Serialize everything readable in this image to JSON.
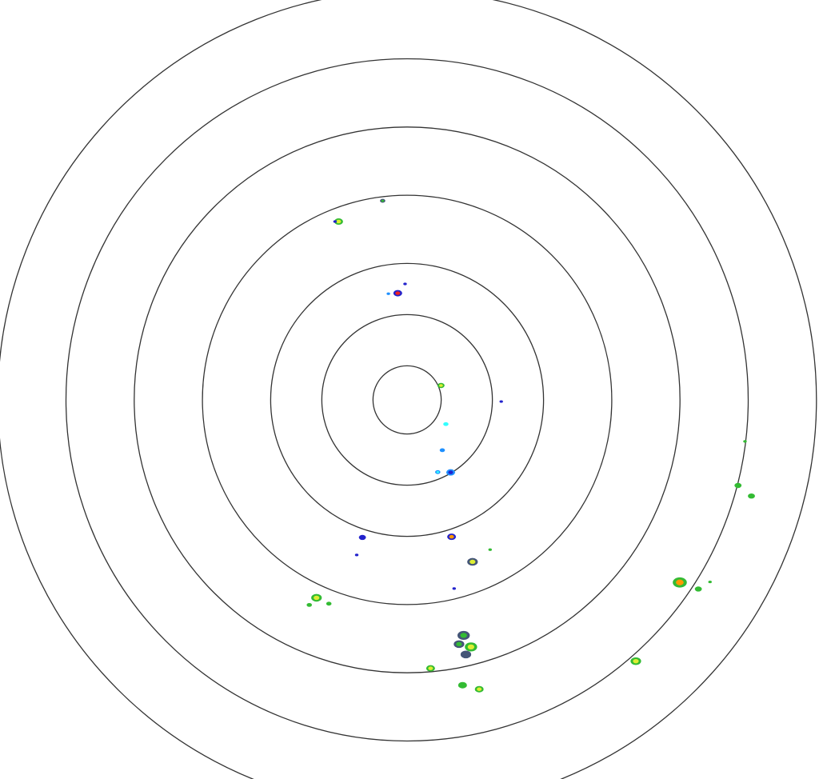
{
  "radar": {
    "range_rings_km": [
      5,
      12.5,
      20,
      30,
      40,
      50,
      60
    ],
    "ring_color": "#333333",
    "palette": {
      "light": "#33ffff",
      "weak": "#1e90ff",
      "low": "#2222cc",
      "clutter": "#445577",
      "moderate": "#33bb33",
      "heavy": "#ddee33",
      "intense": "#ff9900",
      "extreme": "#ee2222"
    },
    "echoes": [
      {
        "range_km": 28.0,
        "azimuth_deg": 339,
        "core": "heavy",
        "edge": "moderate",
        "size": 5
      },
      {
        "range_km": 28.2,
        "azimuth_deg": 338,
        "core": "low",
        "edge": "low",
        "size": 2
      },
      {
        "range_km": 29.4,
        "azimuth_deg": 353,
        "core": "moderate",
        "edge": "clutter",
        "size": 3
      },
      {
        "range_km": 15.7,
        "azimuth_deg": 355,
        "core": "extreme",
        "edge": "low",
        "size": 5
      },
      {
        "range_km": 17.0,
        "azimuth_deg": 359,
        "core": "low",
        "edge": "low",
        "size": 2
      },
      {
        "range_km": 15.8,
        "azimuth_deg": 350,
        "core": "weak",
        "edge": "weak",
        "size": 2
      },
      {
        "range_km": 5.4,
        "azimuth_deg": 67,
        "core": "heavy",
        "edge": "moderate",
        "size": 4
      },
      {
        "range_km": 13.8,
        "azimuth_deg": 91,
        "core": "low",
        "edge": "low",
        "size": 2
      },
      {
        "range_km": 6.7,
        "azimuth_deg": 122,
        "core": "light",
        "edge": "light",
        "size": 3
      },
      {
        "range_km": 9.0,
        "azimuth_deg": 145,
        "core": "weak",
        "edge": "weak",
        "size": 3
      },
      {
        "range_km": 12.4,
        "azimuth_deg": 149,
        "core": "low",
        "edge": "weak",
        "size": 5
      },
      {
        "range_km": 11.5,
        "azimuth_deg": 157,
        "core": "light",
        "edge": "weak",
        "size": 3
      },
      {
        "range_km": 21.1,
        "azimuth_deg": 162,
        "core": "intense",
        "edge": "low",
        "size": 5
      },
      {
        "range_km": 21.2,
        "azimuth_deg": 198,
        "core": "low",
        "edge": "low",
        "size": 4
      },
      {
        "range_km": 23.9,
        "azimuth_deg": 198,
        "core": "low",
        "edge": "low",
        "size": 2
      },
      {
        "range_km": 25.6,
        "azimuth_deg": 158,
        "core": "heavy",
        "edge": "clutter",
        "size": 6
      },
      {
        "range_km": 25.1,
        "azimuth_deg": 151,
        "core": "moderate",
        "edge": "moderate",
        "size": 2
      },
      {
        "range_km": 28.5,
        "azimuth_deg": 166,
        "core": "low",
        "edge": "low",
        "size": 2
      },
      {
        "range_km": 31.9,
        "azimuth_deg": 204.6,
        "core": "heavy",
        "edge": "moderate",
        "size": 6
      },
      {
        "range_km": 33.3,
        "azimuth_deg": 205.5,
        "core": "moderate",
        "edge": "moderate",
        "size": 3
      },
      {
        "range_km": 32.0,
        "azimuth_deg": 201,
        "core": "moderate",
        "edge": "moderate",
        "size": 3
      },
      {
        "range_km": 35.5,
        "azimuth_deg": 166.5,
        "core": "moderate",
        "edge": "clutter",
        "size": 7
      },
      {
        "range_km": 37.4,
        "azimuth_deg": 165.5,
        "core": "heavy",
        "edge": "moderate",
        "size": 7
      },
      {
        "range_km": 36.6,
        "azimuth_deg": 168,
        "core": "moderate",
        "edge": "clutter",
        "size": 6
      },
      {
        "range_km": 38.3,
        "azimuth_deg": 167,
        "core": "clutter",
        "edge": "clutter",
        "size": 6
      },
      {
        "range_km": 39.5,
        "azimuth_deg": 175,
        "core": "heavy",
        "edge": "moderate",
        "size": 5
      },
      {
        "range_km": 42.6,
        "azimuth_deg": 169,
        "core": "moderate",
        "edge": "moderate",
        "size": 5
      },
      {
        "range_km": 43.7,
        "azimuth_deg": 166,
        "core": "heavy",
        "edge": "moderate",
        "size": 5
      },
      {
        "range_km": 48.1,
        "azimuth_deg": 123.8,
        "core": "intense",
        "edge": "moderate",
        "size": 8
      },
      {
        "range_km": 50.9,
        "azimuth_deg": 123,
        "core": "moderate",
        "edge": "moderate",
        "size": 4
      },
      {
        "range_km": 51.8,
        "azimuth_deg": 121,
        "core": "moderate",
        "edge": "moderate",
        "size": 2
      },
      {
        "range_km": 50.9,
        "azimuth_deg": 138.8,
        "core": "heavy",
        "edge": "moderate",
        "size": 6
      },
      {
        "range_km": 50.1,
        "azimuth_deg": 104.5,
        "core": "moderate",
        "edge": "moderate",
        "size": 4
      },
      {
        "range_km": 52.4,
        "azimuth_deg": 105.6,
        "core": "moderate",
        "edge": "moderate",
        "size": 4
      },
      {
        "range_km": 49.9,
        "azimuth_deg": 97,
        "core": "moderate",
        "edge": "moderate",
        "size": 2
      }
    ]
  }
}
